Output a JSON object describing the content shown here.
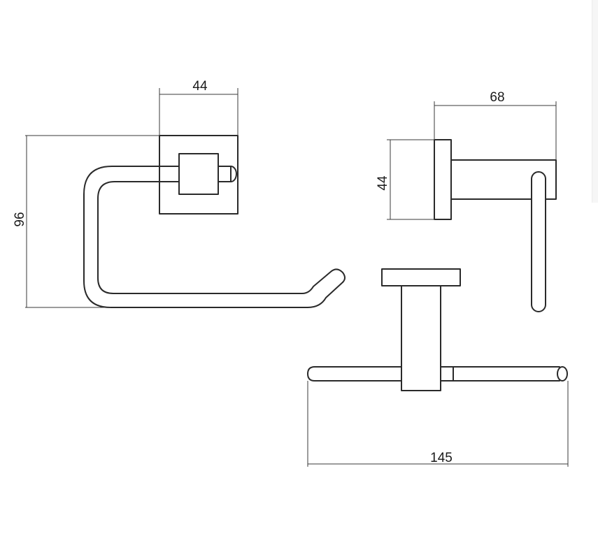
{
  "dimensions": {
    "front_width": "44",
    "front_height": "96",
    "side_depth": "68",
    "side_height": "44",
    "top_length": "145"
  },
  "colors": {
    "line": "#2a2a2a",
    "background": "#ffffff"
  }
}
